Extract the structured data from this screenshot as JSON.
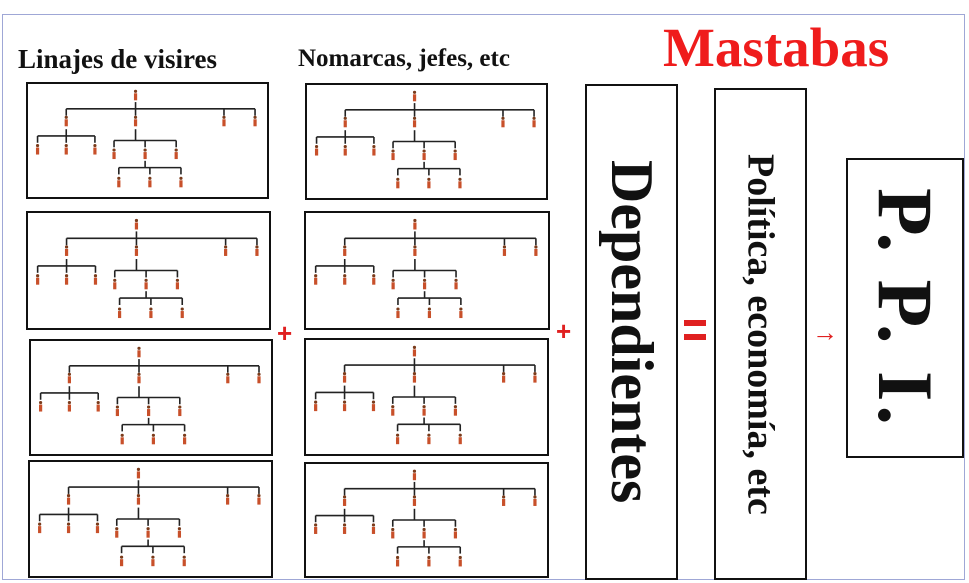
{
  "slide": {
    "title": "Mastabas",
    "title_color": "#ef1c1c",
    "columns": {
      "left": {
        "title": "Linajes de visires",
        "trees": 4
      },
      "middle": {
        "title": "Nomarcas, jefes, etc",
        "trees": 4
      }
    },
    "operators": {
      "plus": "+",
      "equals": "=",
      "arrow": "→"
    },
    "boxes": {
      "dependientes": "Dependientes",
      "politica": "Política, economía, etc",
      "ppi": "P. P. I."
    },
    "accent_color": "#e02020"
  }
}
